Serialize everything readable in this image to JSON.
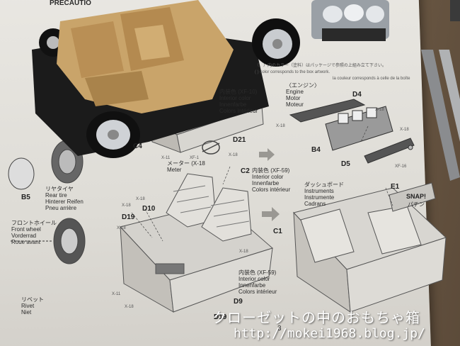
{
  "scene": {
    "watermark_text": "クローゼットの中のおもちゃ箱",
    "watermark_url": "http://mokei1968.blog.jp/",
    "page_number": "3"
  },
  "manual": {
    "header_fragment": "PRECAUTIO",
    "step_intro_jp": "（　）内のカラー（塗料）はパッケージで参照の上組み立て下さい。",
    "step_intro_en": "(  ) color corresponds to the box artwork.",
    "step_intro_fr": "la couleur corresponds à celle de la boîte",
    "engine_label_jp": "〈エンジン〉",
    "engine_label_en": "Engine",
    "engine_label_de": "Motor",
    "engine_label_fr": "Moteur",
    "interior_color_jp": "内装色 (XF-10)",
    "interior_color_en": "Interior color",
    "interior_color_de": "Innenfarbe",
    "interior_color_fr": "Colors intérieur",
    "seat_color_jp": "内装色 (XF-59)",
    "seat_color_en": "Interior color",
    "seat_color_de": "Innenfarbe",
    "seat_color_fr": "Colors intérieur",
    "floor_color_jp": "内装色 (XF-59)",
    "floor_color_en": "Interior color",
    "floor_color_de": "Innenfarbe",
    "floor_color_fr": "Colors intérieur",
    "dash_label_jp": "ダッシュボード",
    "dash_label_en": "Instruments",
    "dash_label_de": "Instrumente",
    "dash_label_fr": "Cadrans",
    "meter_label_jp": "メーター (X-18",
    "meter_label_en": "Meter",
    "rear_tire_jp": "リヤタイヤ",
    "rear_tire_en": "Rear tire",
    "rear_tire_de": "Hinterer Reifen",
    "rear_tire_fr": "Pneu arrière",
    "front_wheel_jp": "フロントホイール",
    "front_wheel_en": "Front wheel",
    "front_wheel_de": "Vorderrad",
    "front_wheel_fr": "Roue avant",
    "rivet_jp": "リベット",
    "rivet_en": "Rivet",
    "rivet_de": "Niet",
    "snap_en": "SNAP!",
    "snap_jp": "パチン",
    "part_codes": {
      "d4": "D4",
      "b4": "B4",
      "d5": "D5",
      "c4": "C4",
      "d21": "D21",
      "c2": "C2",
      "d10": "D10",
      "d19a": "D19",
      "c1": "C1",
      "d9": "D9",
      "d19b": "D19",
      "b5": "B5",
      "e1": "E1"
    },
    "paint_codes": {
      "x18_a": "X-18",
      "x18_b": "X-18",
      "x18_c": "X-18",
      "x16": "XF-16",
      "x11": "X-11",
      "xf1": "XF-1",
      "x18_d": "X-18",
      "x18_e": "X-18",
      "x18_f": "X-18",
      "x18_g": "X-18",
      "x11_b": "X-11",
      "x18_h": "X-18",
      "x18_i": "X-18"
    }
  },
  "colors": {
    "sheet": "#e4e2dd",
    "model_tan": "#c9a46a",
    "chassis_black": "#1d1d1d",
    "chrome": "#c8ccd0",
    "wood": "#7a654e"
  }
}
